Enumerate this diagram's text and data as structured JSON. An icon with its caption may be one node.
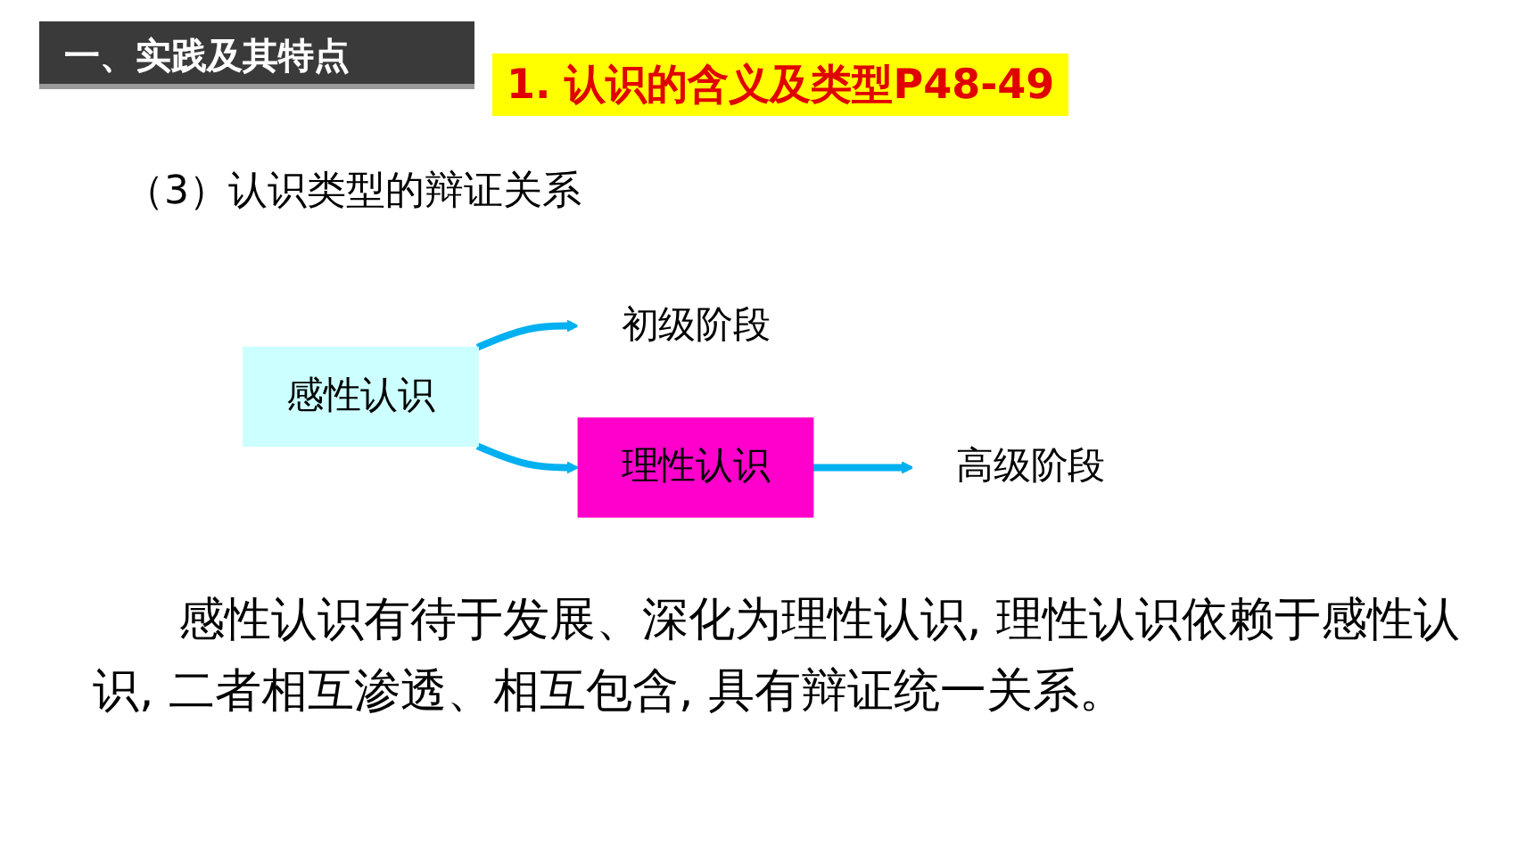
{
  "diagram": {
    "title": "1. 认识的含义及类型P48-49",
    "nodes": [
      {
        "text": [
          "感性认识"
        ]
      },
      {
        "text": [
          "初级阶段"
        ]
      },
      {
        "text": [
          "理性认识"
        ]
      },
      {
        "text": [
          "高级阶段"
        ]
      }
    ],
    "edges": [
      {
        "from": 0,
        "to": 1,
        "arrow": "to"
      },
      {
        "from": 0,
        "to": 2,
        "arrow": "to"
      },
      {
        "from": 2,
        "to": 3,
        "arrow": "to"
      }
    ],
    "labels": [
      "一、实践及其特点",
      "（3）认识类型的辩证关系",
      "感性认识有待于发展、深化为理性认识, 理性认识依赖于感性认识, 二者相互渗透、相互包含, 具有辩证统一关系。"
    ]
  }
}
